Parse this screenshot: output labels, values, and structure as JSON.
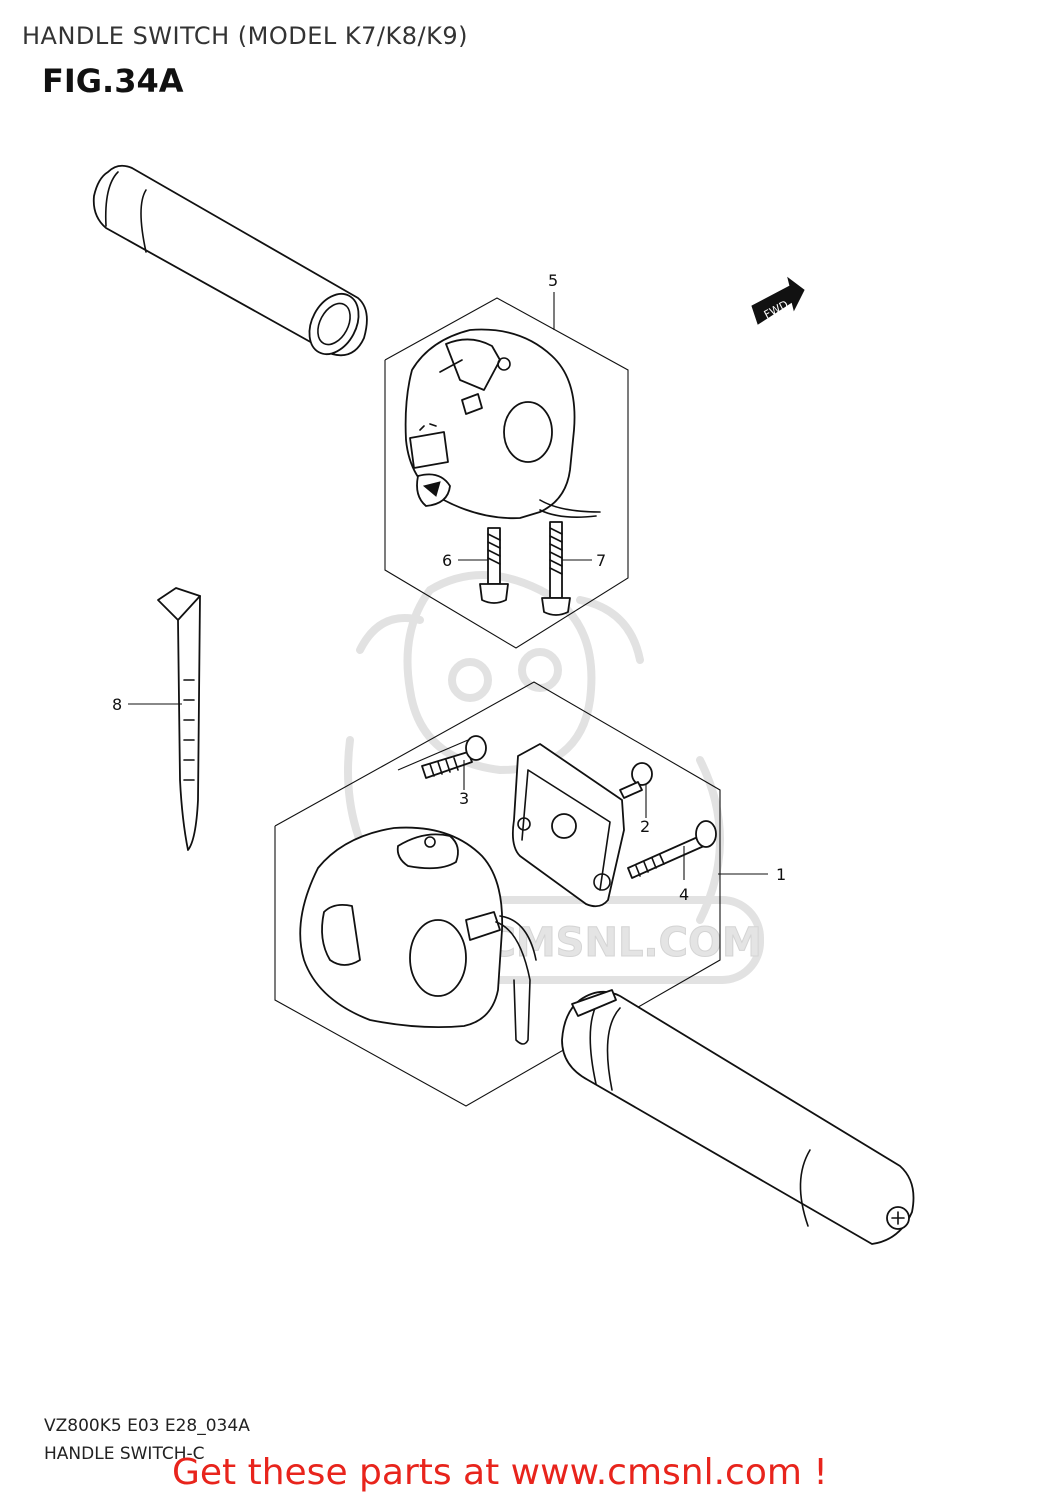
{
  "header": {
    "title": "HANDLE SWITCH (MODEL K7/K8/K9)",
    "fig_label": "FIG.34A"
  },
  "footer": {
    "diagram_code": "VZ800K5 E03 E28_034A",
    "diagram_name": "HANDLE SWITCH-C",
    "promo": "Get these parts at www.cmsnl.com !"
  },
  "watermark": {
    "text": "WWW.CMSNL.COM"
  },
  "fwd_badge": "FWD",
  "callouts": [
    {
      "id": "callout-1",
      "label": "1"
    },
    {
      "id": "callout-2",
      "label": "2"
    },
    {
      "id": "callout-3",
      "label": "3"
    },
    {
      "id": "callout-4",
      "label": "4"
    },
    {
      "id": "callout-5",
      "label": "5"
    },
    {
      "id": "callout-6",
      "label": "6"
    },
    {
      "id": "callout-7",
      "label": "7"
    },
    {
      "id": "callout-8",
      "label": "8"
    }
  ],
  "colors": {
    "promo": "#e8241c",
    "line": "#111111",
    "watermark": "#e2e2e2"
  }
}
